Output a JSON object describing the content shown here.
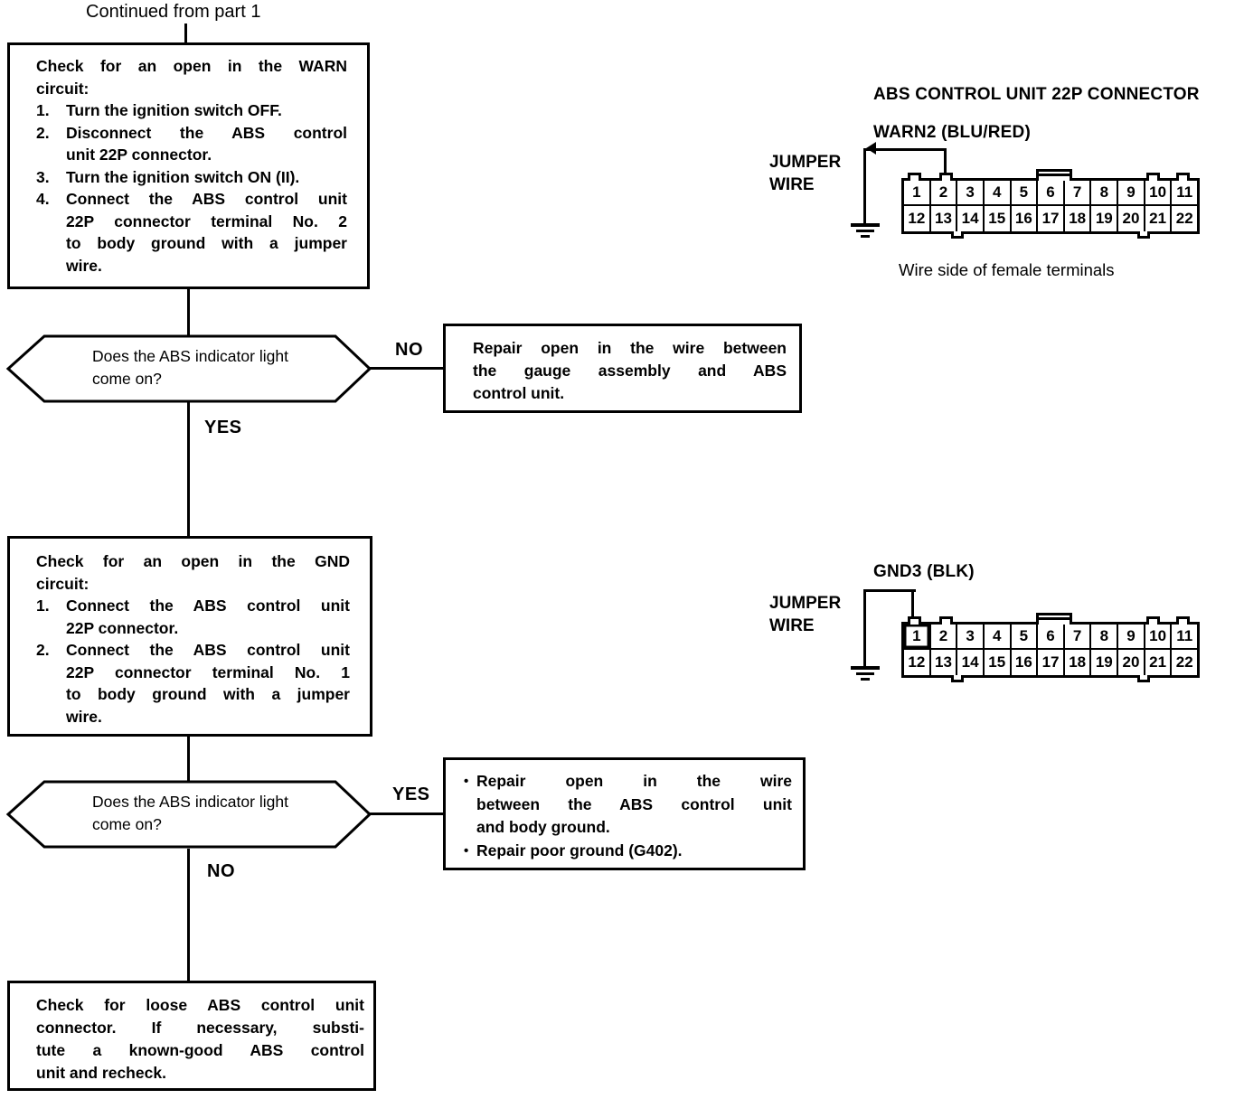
{
  "flow": {
    "continued": "Continued from part 1",
    "warn_box": {
      "title_lines": [
        "Check for an open in the WARN",
        "circuit:"
      ],
      "steps": [
        {
          "num": "1.",
          "lines": [
            "Turn the ignition switch OFF."
          ]
        },
        {
          "num": "2.",
          "lines": [
            "Disconnect the ABS control",
            "unit 22P connector."
          ]
        },
        {
          "num": "3.",
          "lines": [
            "Turn the ignition switch ON (II)."
          ]
        },
        {
          "num": "4.",
          "lines": [
            "Connect the ABS control unit",
            "22P connector terminal No. 2",
            "to body ground with a jumper",
            "wire."
          ]
        }
      ]
    },
    "decision1": {
      "lines": [
        "Does the ABS indicator light",
        "come on?"
      ],
      "no": "NO",
      "yes": "YES"
    },
    "repair_warn_box": {
      "lines": [
        "Repair open in the wire between",
        "the gauge assembly and ABS",
        "control unit."
      ]
    },
    "gnd_box": {
      "title_lines": [
        "Check for an open in the GND",
        "circuit:"
      ],
      "steps": [
        {
          "num": "1.",
          "lines": [
            "Connect the ABS control unit",
            "22P connector."
          ]
        },
        {
          "num": "2.",
          "lines": [
            "Connect the ABS control unit",
            "22P connector terminal No. 1",
            "to body ground with a jumper",
            "wire."
          ]
        }
      ]
    },
    "decision2": {
      "lines": [
        "Does the ABS indicator light",
        "come on?"
      ],
      "yes": "YES",
      "no": "NO"
    },
    "repair_gnd_box": {
      "bullets": [
        {
          "marker": "•",
          "lines": [
            "Repair open in the wire",
            "between the ABS control unit",
            "and body ground."
          ]
        },
        {
          "marker": "•",
          "lines": [
            "Repair poor ground (G402)."
          ]
        }
      ]
    },
    "final_box": {
      "lines": [
        "Check for loose ABS control unit",
        "connector. If necessary, substi-",
        "tute a known-good ABS control",
        "unit and recheck."
      ]
    }
  },
  "panel": {
    "title": "ABS CONTROL UNIT 22P CONNECTOR",
    "warn2_label": "WARN2 (BLU/RED)",
    "gnd3_label": "GND3 (BLK)",
    "jumper_label_lines": [
      "JUMPER",
      "WIRE"
    ],
    "caption": "Wire side of female terminals",
    "pins_top": [
      "1",
      "2",
      "3",
      "4",
      "5",
      "6",
      "7",
      "8",
      "9",
      "10",
      "11"
    ],
    "pins_bottom": [
      "12",
      "13",
      "14",
      "15",
      "16",
      "17",
      "18",
      "19",
      "20",
      "21",
      "22"
    ]
  },
  "colors": {
    "ink": "#000000",
    "paper": "#ffffff"
  }
}
